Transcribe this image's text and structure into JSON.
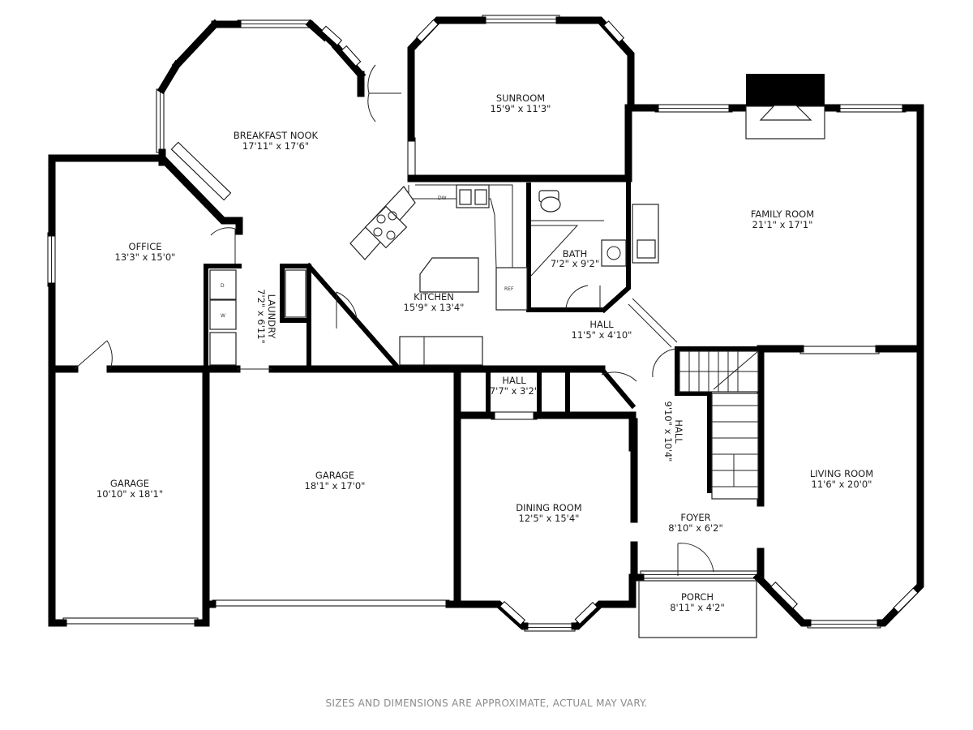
{
  "rooms": [
    {
      "id": "breakfast-nook",
      "name": "BREAKFAST NOOK",
      "dim": "17'11\" x 17'6\""
    },
    {
      "id": "sunroom",
      "name": "SUNROOM",
      "dim": "15'9\" x 11'3\""
    },
    {
      "id": "family-room",
      "name": "FAMILY ROOM",
      "dim": "21'1\" x 17'1\""
    },
    {
      "id": "office",
      "name": "OFFICE",
      "dim": "13'3\" x 15'0\""
    },
    {
      "id": "laundry",
      "name": "LAUNDRY",
      "dim": "7'2\" x 6'11\""
    },
    {
      "id": "kitchen",
      "name": "KITCHEN",
      "dim": "15'9\" x 13'4\""
    },
    {
      "id": "bath",
      "name": "BATH",
      "dim": "7'2\" x 9'2\""
    },
    {
      "id": "hall-main",
      "name": "HALL",
      "dim": "11'5\" x 4'10\""
    },
    {
      "id": "hall-small",
      "name": "HALL",
      "dim": "7'7\" x 3'2\""
    },
    {
      "id": "hall-vertical",
      "name": "HALL",
      "dim": "9'10\" x 10'4\""
    },
    {
      "id": "garage-left",
      "name": "GARAGE",
      "dim": "10'10\" x 18'1\""
    },
    {
      "id": "garage-right",
      "name": "GARAGE",
      "dim": "18'1\" x 17'0\""
    },
    {
      "id": "dining-room",
      "name": "DINING ROOM",
      "dim": "12'5\" x 15'4\""
    },
    {
      "id": "living-room",
      "name": "LIVING ROOM",
      "dim": "11'6\" x 20'0\""
    },
    {
      "id": "foyer",
      "name": "FOYER",
      "dim": "8'10\" x 6'2\""
    },
    {
      "id": "porch",
      "name": "PORCH",
      "dim": "8'11\" x 4'2\""
    }
  ],
  "fixtures": {
    "dishwasher": "DW",
    "refrigerator": "REF",
    "washer": "W",
    "dryer": "D"
  },
  "disclaimer": "SIZES AND DIMENSIONS ARE APPROXIMATE, ACTUAL MAY VARY.",
  "colors": {
    "wall": "#000000",
    "background": "#ffffff",
    "text": "#1e1e1e",
    "disclaimer": "#8a8a8a"
  }
}
